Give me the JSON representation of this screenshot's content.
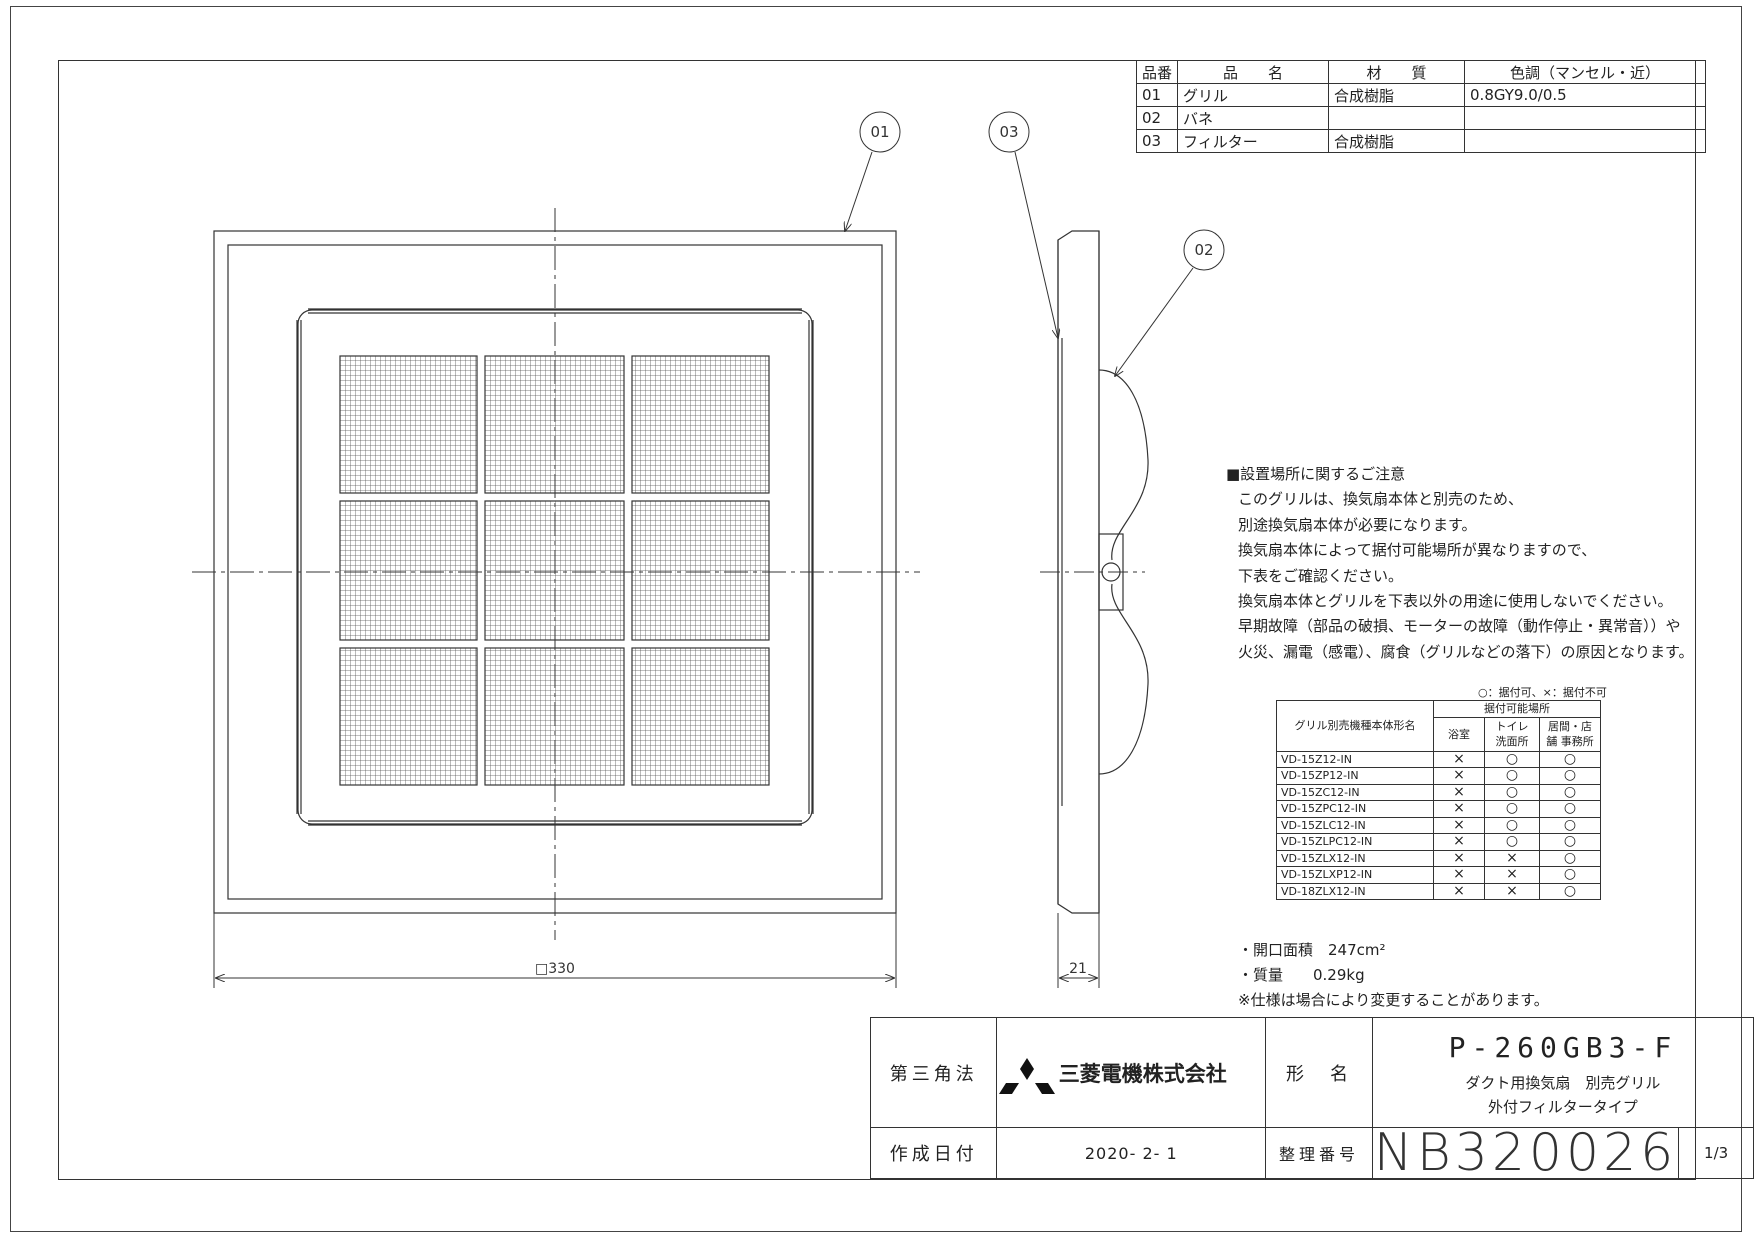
{
  "parts_table": {
    "headers": [
      "品番",
      "品　　名",
      "材　　質",
      "色調（マンセル・近）"
    ],
    "rows": [
      {
        "no": "01",
        "name": "グリル",
        "material": "合成樹脂",
        "color": "0.8GY9.0/0.5"
      },
      {
        "no": "02",
        "name": "バネ",
        "material": "",
        "color": ""
      },
      {
        "no": "03",
        "name": "フィルター",
        "material": "合成樹脂",
        "color": ""
      }
    ]
  },
  "callouts": {
    "c01": "01",
    "c02": "02",
    "c03": "03"
  },
  "dimensions": {
    "width": "□330",
    "depth": "21"
  },
  "notes": {
    "title": "■設置場所に関するご注意",
    "lines": [
      "このグリルは、換気扇本体と別売のため、",
      "別途換気扇本体が必要になります。",
      "換気扇本体によって据付可能場所が異なりますので、",
      "下表をご確認ください。",
      "換気扇本体とグリルを下表以外の用途に使用しないでください。",
      "早期故障（部品の破損、モーターの故障（動作停止・異常音））や",
      "火災、漏電（感電）、腐食（グリルなどの落下）の原因となります。"
    ]
  },
  "legend": "○：据付可、×：据付不可",
  "compat_table": {
    "model_header": "グリル別売機種本体形名",
    "group_header": "据付可能場所",
    "columns": [
      "浴室",
      "トイレ 洗面所",
      "居間・店舗 事務所"
    ],
    "rows": [
      {
        "model": "VD-15Z12-IN",
        "marks": [
          "×",
          "○",
          "○"
        ]
      },
      {
        "model": "VD-15ZP12-IN",
        "marks": [
          "×",
          "○",
          "○"
        ]
      },
      {
        "model": "VD-15ZC12-IN",
        "marks": [
          "×",
          "○",
          "○"
        ]
      },
      {
        "model": "VD-15ZPC12-IN",
        "marks": [
          "×",
          "○",
          "○"
        ]
      },
      {
        "model": "VD-15ZLC12-IN",
        "marks": [
          "×",
          "○",
          "○"
        ]
      },
      {
        "model": "VD-15ZLPC12-IN",
        "marks": [
          "×",
          "○",
          "○"
        ]
      },
      {
        "model": "VD-15ZLX12-IN",
        "marks": [
          "×",
          "×",
          "○"
        ]
      },
      {
        "model": "VD-15ZLXP12-IN",
        "marks": [
          "×",
          "×",
          "○"
        ]
      },
      {
        "model": "VD-18ZLX12-IN",
        "marks": [
          "×",
          "×",
          "○"
        ]
      }
    ]
  },
  "specs": {
    "opening": "・開口面積　247cm²",
    "mass": "・質量　　0.29kg",
    "note": "※仕様は場合により変更することがあります。"
  },
  "title_block": {
    "projection": "第三角法",
    "company": "三菱電機株式会社",
    "form_label": "形　名",
    "model": "P-260GB3-F",
    "desc1": "ダクト用換気扇　別売グリル",
    "desc2": "外付フィルタータイプ",
    "date_label": "作成日付",
    "date": "2020- 2- 1",
    "number_label": "整理番号",
    "drawing_number": "NB320026",
    "sheet": "1/3"
  }
}
